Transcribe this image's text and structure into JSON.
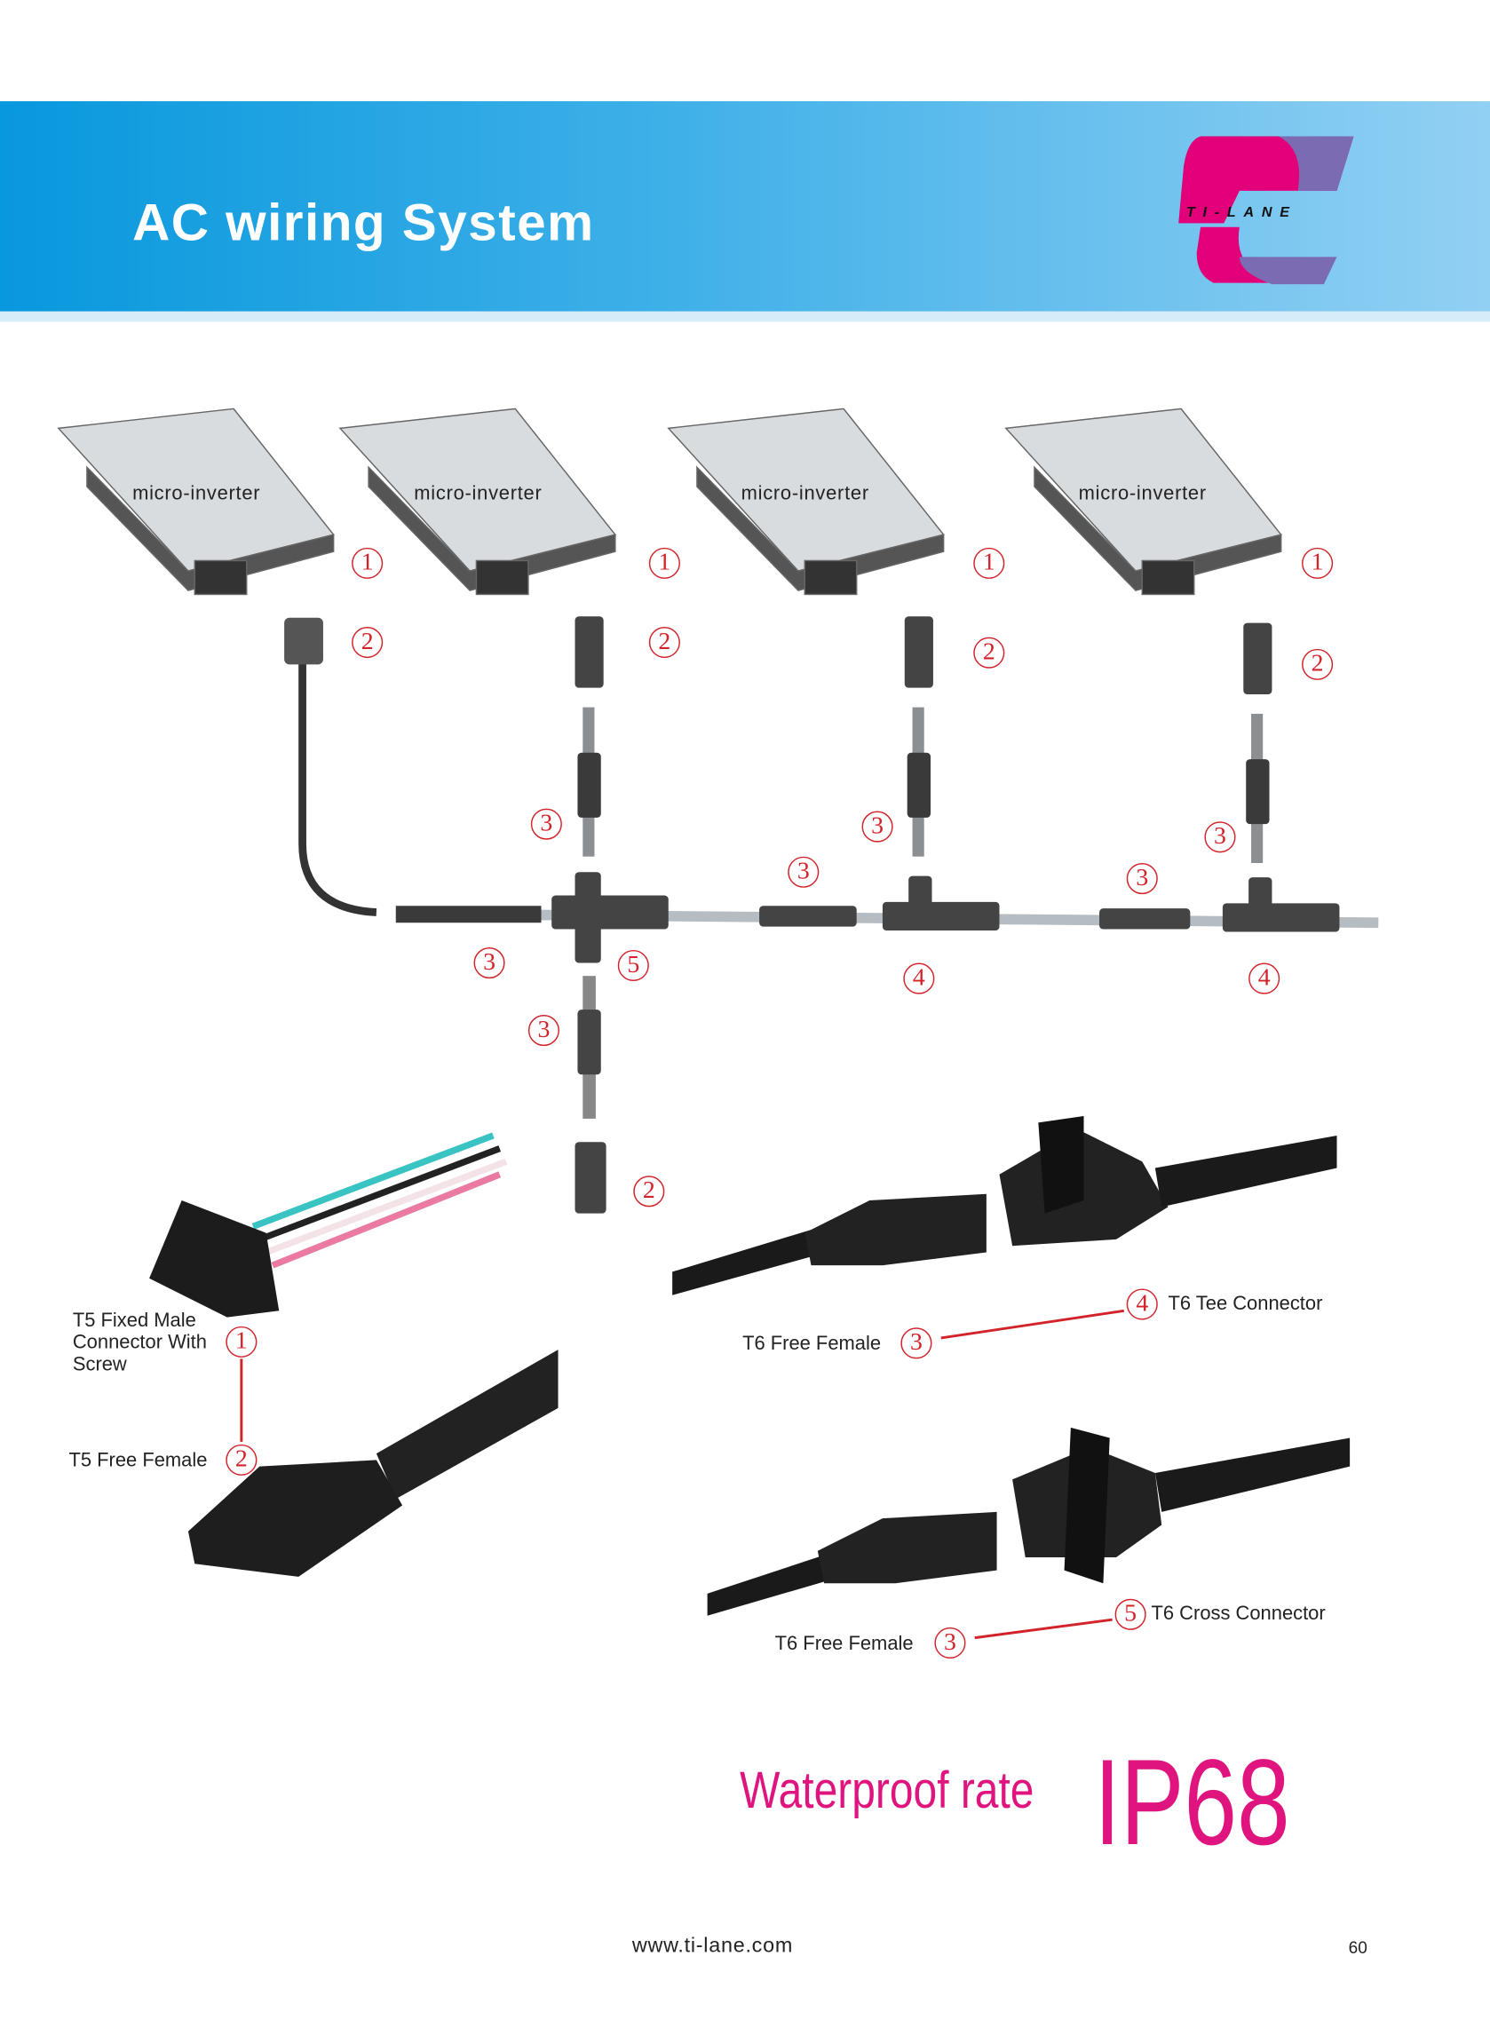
{
  "header": {
    "title": "AC wiring System",
    "logo_text": "TI-LANE",
    "colors": {
      "band_start": "#0898dd",
      "band_end": "#92d0f3",
      "logo_magenta": "#e2007a",
      "logo_purple": "#7b6bb3"
    }
  },
  "diagram": {
    "inverter_labels": [
      "micro-inverter",
      "micro-inverter",
      "micro-inverter",
      "micro-inverter"
    ],
    "markers": {
      "one": "1",
      "two": "2",
      "three": "3",
      "four": "4",
      "five": "5"
    }
  },
  "products": {
    "t5_fixed_male": "T5 Fixed Male\nConnector With\nScrew",
    "t5_fixed_male_lines": [
      "T5 Fixed Male",
      "Connector With",
      "Screw"
    ],
    "t5_free_female": "T5 Free Female",
    "t6_tee": "T6 Tee  Connector",
    "t6_free_female_1": "T6 Free Female",
    "t6_cross": "T6 Cross Connector",
    "t6_free_female_2": "T6 Free Female"
  },
  "rating": {
    "label": "Waterproof rate",
    "value": "IP68",
    "color": "#e0147e"
  },
  "footer": {
    "url": "www.ti-lane.com",
    "page": "60"
  }
}
